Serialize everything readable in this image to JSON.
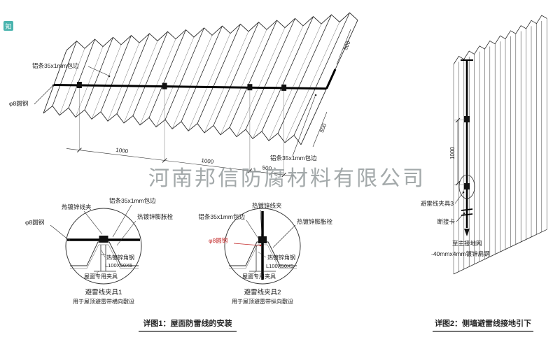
{
  "logo": {
    "glyph": "知"
  },
  "watermark": "河南邦信防腐材料有限公司",
  "roof": {
    "strip_label_top": "铝条35x1mm包边",
    "strip_label_bottom": "铝条35x1mm包边",
    "rod_label": "φ8圆钢",
    "dim_1000_a": "1000",
    "dim_1000_b": "1000",
    "dim_500": "500",
    "dim_side_top": "500",
    "dim_side_right": "500"
  },
  "detail1": {
    "title": "避雷线夹具1",
    "subtitle": "用于屋顶避雷带横向敷设",
    "clamp_label": "热镀锌线夹",
    "strip_label": "铝条35x1mm包边",
    "anchor_label": "热镀锌膨胀栓",
    "rod_label": "φ8圆钢",
    "angle_label": "热镀锌角钢",
    "angle_spec": "L100X50X5",
    "roof_clamp_label": "屋面专用夹具"
  },
  "detail2": {
    "title": "避雷线夹具2",
    "subtitle": "用于屋顶避雷带纵向敷设",
    "strip_label": "铝条35x1mm包边",
    "clamp_label": "热镀锌线夹",
    "anchor_label": "热镀锌膨胀栓",
    "rod_label": "φ8圆钢",
    "angle_label": "热镀锌角钢",
    "angle_spec": "L100X50X5",
    "roof_clamp_label": "屋面专用夹具"
  },
  "wall": {
    "dim_1000": "1000",
    "clamp3_label": "避雷线夹具3",
    "disconnect_label": "断接卡",
    "ground_label": "至主接地网",
    "flat_steel_label": "-40mmx4mm镀锌扁钢"
  },
  "captions": {
    "detail1": "详图1：屋面防雷线的安装",
    "detail2": "详图2：侧墙避雷线接地引下"
  }
}
